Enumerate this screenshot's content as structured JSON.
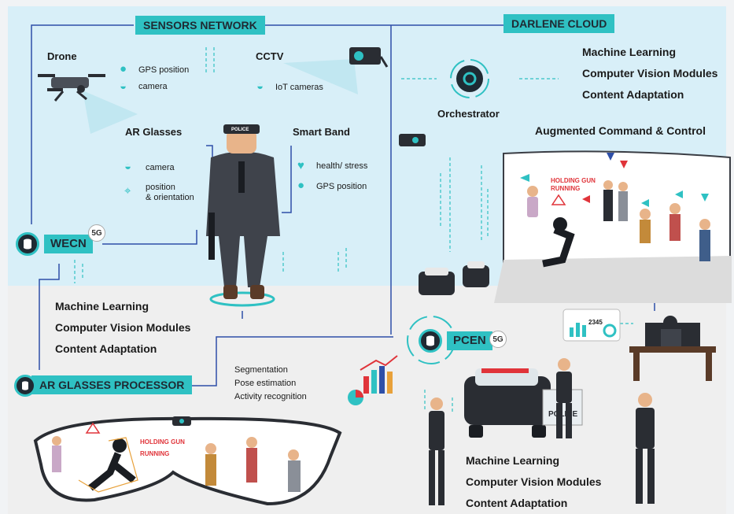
{
  "banners": {
    "sensors_network": "SENSORS NETWORK",
    "darlene_cloud": "DARLENE CLOUD",
    "ar_glasses_processor": "AR GLASSES PROCESSOR"
  },
  "networks": {
    "wecn": {
      "label": "WECN",
      "badge": "5G"
    },
    "pcen": {
      "label": "PCEN",
      "badge": "5G"
    }
  },
  "sensors": {
    "drone": {
      "title": "Drone",
      "items": [
        "GPS position",
        "camera"
      ]
    },
    "cctv": {
      "title": "CCTV",
      "items": [
        "IoT cameras"
      ]
    },
    "ar_glasses": {
      "title": "AR Glasses",
      "items": [
        "camera",
        "position",
        "& orientation"
      ]
    },
    "smart_band": {
      "title": "Smart Band",
      "items": [
        "health/ stress",
        "GPS position"
      ]
    }
  },
  "cloud": {
    "orchestrator": "Orchestrator",
    "modules": [
      "Machine Learning",
      "Computer Vision Modules",
      "Content Adaptation"
    ]
  },
  "wecn_modules": [
    "Machine Learning",
    "Computer Vision Modules",
    "Content Adaptation"
  ],
  "pcen_modules": [
    "Machine Learning",
    "Computer Vision Modules",
    "Content Adaptation"
  ],
  "command_control": {
    "title": "Augmented Command & Control",
    "overlay_line1": "HOLDING GUN",
    "overlay_line2": "RUNNING",
    "monitor_value": "2345"
  },
  "processor_tasks": [
    "Segmentation",
    "Pose estimation",
    "Activity recognition"
  ],
  "ar_view": {
    "overlay_line1": "HOLDING GUN",
    "overlay_line2": "RUNNING"
  },
  "police_car_label": "POLICE",
  "police_cap_label": "POLICE",
  "colors": {
    "teal": "#2fc1c3",
    "dark": "#1f2a33",
    "line_blue": "#2e4fa8",
    "alert_red": "#e0343a"
  }
}
